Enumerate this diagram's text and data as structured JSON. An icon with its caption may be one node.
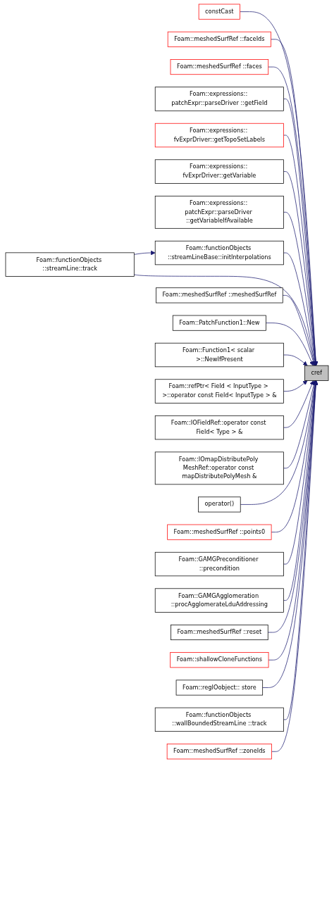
{
  "diagram": {
    "nodes": [
      {
        "text": [
          "constCast"
        ]
      },
      {
        "text": [
          "Foam::meshedSurfRef ::faceIds"
        ]
      },
      {
        "text": [
          "Foam::meshedSurfRef ::faces"
        ]
      },
      {
        "text": [
          "Foam::expressions:: patchExpr::parseDriver ::getField"
        ]
      },
      {
        "text": [
          "Foam::expressions:: fvExprDriver::getTopoSetLabels"
        ]
      },
      {
        "text": [
          "Foam::expressions:: fvExprDriver::getVariable"
        ]
      },
      {
        "text": [
          "Foam::expressions:: patchExpr::parseDriver ::getVariableIfAvailable"
        ]
      },
      {
        "text": [
          "Foam::functionObjects ::streamLineBase::initInterpolations"
        ]
      },
      {
        "text": [
          "Foam::functionObjects ::streamLine::track"
        ]
      },
      {
        "text": [
          "Foam::meshedSurfRef ::meshedSurfRef"
        ]
      },
      {
        "text": [
          "Foam::PatchFunction1::New"
        ]
      },
      {
        "text": [
          "Foam::Function1< scalar >::NewIfPresent"
        ]
      },
      {
        "text": [
          "cref"
        ]
      },
      {
        "text": [
          "Foam::refPtr< Field < InputType > >::operator const Field< InputType > &"
        ]
      },
      {
        "text": [
          "Foam::IOFieldRef::operator const Field< Type > &"
        ]
      },
      {
        "text": [
          "Foam::IOmapDistributePoly MeshRef::operator const mapDistributePolyMesh &"
        ]
      },
      {
        "text": [
          "operator()"
        ]
      },
      {
        "text": [
          "Foam::meshedSurfRef ::points0"
        ]
      },
      {
        "text": [
          "Foam::GAMGPreconditioner ::precondition"
        ]
      },
      {
        "text": [
          "Foam::GAMGAgglomeration ::procAgglomerateLduAddressing"
        ]
      },
      {
        "text": [
          "Foam::meshedSurfRef ::reset"
        ]
      },
      {
        "text": [
          "Foam::shallowCloneFunctions"
        ]
      },
      {
        "text": [
          "Foam::regIOobject:: store"
        ]
      },
      {
        "text": [
          "Foam::functionObjects ::wallBoundedStreamLine ::track"
        ]
      },
      {
        "text": [
          "Foam::meshedSurfRef ::zoneIds"
        ]
      }
    ],
    "edges": [
      {
        "from": 0,
        "to": 12,
        "arrow": "to"
      },
      {
        "from": 1,
        "to": 12,
        "arrow": "to"
      },
      {
        "from": 2,
        "to": 12,
        "arrow": "to"
      },
      {
        "from": 3,
        "to": 12,
        "arrow": "to"
      },
      {
        "from": 4,
        "to": 12,
        "arrow": "to"
      },
      {
        "from": 5,
        "to": 12,
        "arrow": "to"
      },
      {
        "from": 6,
        "to": 12,
        "arrow": "to"
      },
      {
        "from": 7,
        "to": 12,
        "arrow": "to"
      },
      {
        "from": 8,
        "to": 7,
        "arrow": "to"
      },
      {
        "from": 8,
        "to": 12,
        "arrow": "to"
      },
      {
        "from": 9,
        "to": 12,
        "arrow": "to"
      },
      {
        "from": 10,
        "to": 12,
        "arrow": "to"
      },
      {
        "from": 11,
        "to": 12,
        "arrow": "to"
      },
      {
        "from": 13,
        "to": 12,
        "arrow": "to"
      },
      {
        "from": 14,
        "to": 12,
        "arrow": "to"
      },
      {
        "from": 15,
        "to": 12,
        "arrow": "to"
      },
      {
        "from": 16,
        "to": 12,
        "arrow": "to"
      },
      {
        "from": 17,
        "to": 12,
        "arrow": "to"
      },
      {
        "from": 18,
        "to": 12,
        "arrow": "to"
      },
      {
        "from": 19,
        "to": 12,
        "arrow": "to"
      },
      {
        "from": 20,
        "to": 12,
        "arrow": "to"
      },
      {
        "from": 21,
        "to": 12,
        "arrow": "to"
      },
      {
        "from": 22,
        "to": 12,
        "arrow": "to"
      },
      {
        "from": 23,
        "to": 12,
        "arrow": "to"
      },
      {
        "from": 24,
        "to": 12,
        "arrow": "to"
      }
    ]
  }
}
